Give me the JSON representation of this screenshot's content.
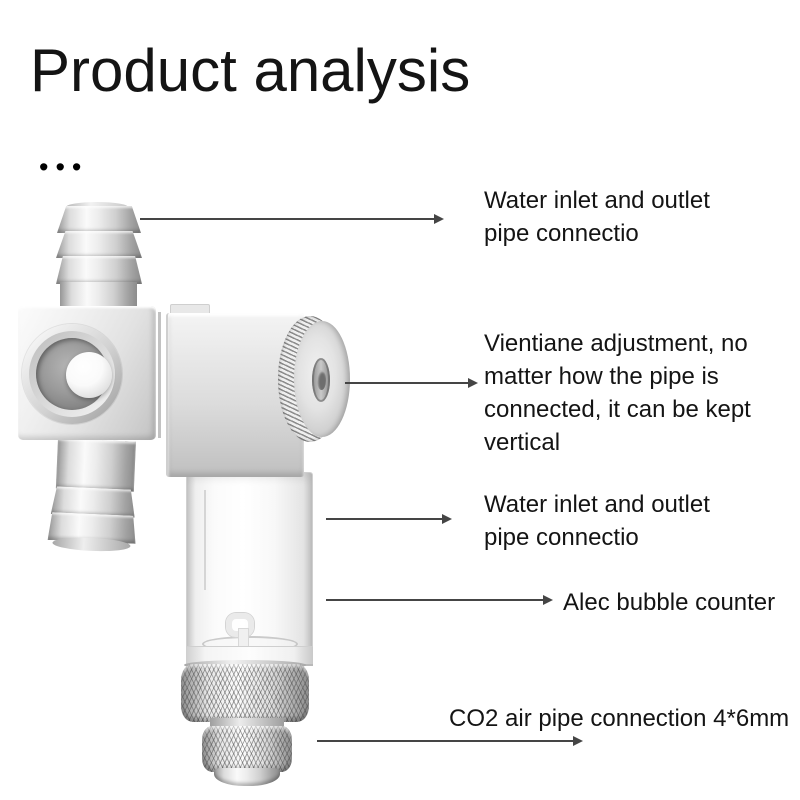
{
  "header": {
    "title": "Product analysis",
    "dots": "•••"
  },
  "annotations": [
    {
      "lines": [
        "Water inlet and outlet",
        "pipe connectio"
      ]
    },
    {
      "lines": [
        "Vientiane adjustment, no",
        "matter how the pipe is",
        "connected, it can be kept",
        "vertical"
      ]
    },
    {
      "lines": [
        "Water inlet and outlet",
        "pipe connectio"
      ]
    },
    {
      "lines": [
        "Alec bubble counter"
      ]
    },
    {
      "lines": [
        "CO2 air pipe connection 4*6mm"
      ]
    }
  ],
  "product": {
    "parts": [
      "hose-barb-top",
      "valve-block-left",
      "sight-glass",
      "valve-block-right",
      "adjustment-knob",
      "hose-barb-bottom",
      "bubble-counter-cylinder",
      "inner-nozzle",
      "knurled-lock-nut",
      "co2-inlet-nut"
    ]
  },
  "colors": {
    "background": "#ffffff",
    "text": "#141414",
    "arrow": "#454545",
    "metal_light": "#fafafa",
    "metal_mid": "#cfcfcf",
    "metal_dark": "#8c8c8c"
  }
}
